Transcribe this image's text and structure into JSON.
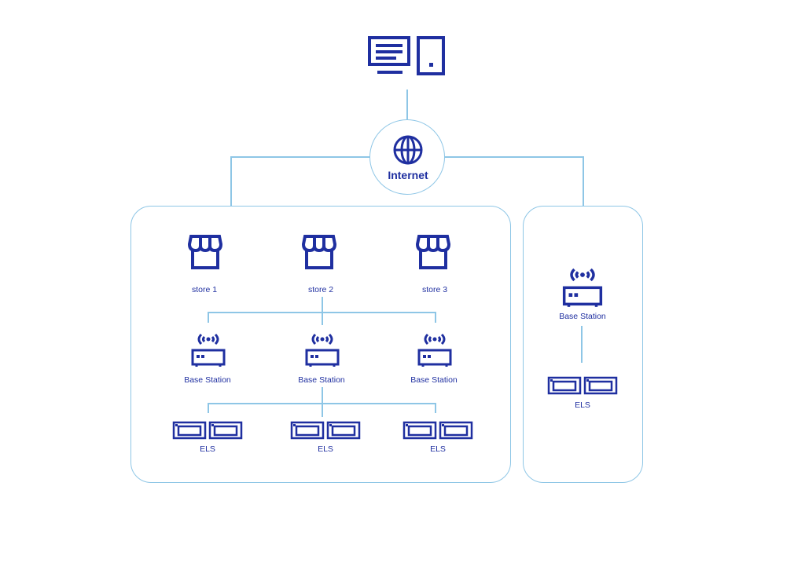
{
  "internet": {
    "label": "Internet"
  },
  "stores": [
    {
      "label": "store 1"
    },
    {
      "label": "store 2"
    },
    {
      "label": "store 3"
    }
  ],
  "left_group": {
    "base_stations": [
      {
        "label": "Base Station"
      },
      {
        "label": "Base Station"
      },
      {
        "label": "Base Station"
      }
    ],
    "els": [
      {
        "label": "ELS"
      },
      {
        "label": "ELS"
      },
      {
        "label": "ELS"
      }
    ]
  },
  "right_group": {
    "base_station": {
      "label": "Base Station"
    },
    "els": {
      "label": "ELS"
    }
  },
  "colors": {
    "icon": "#1f2fa0",
    "line": "#8ec6e6"
  }
}
